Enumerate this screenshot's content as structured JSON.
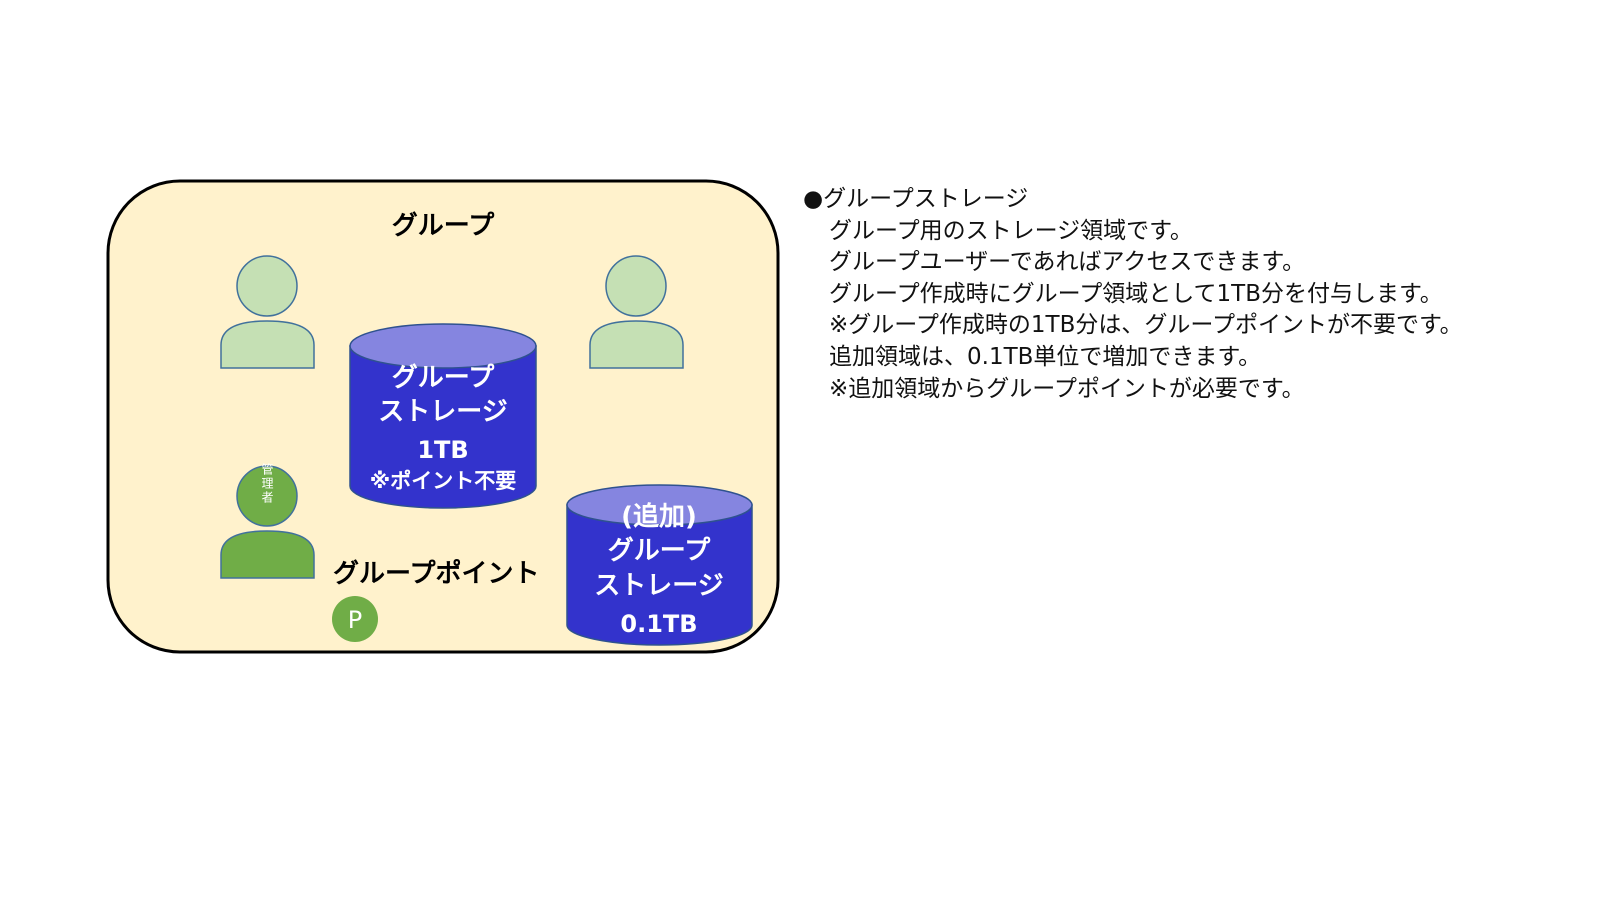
{
  "diagram": {
    "group_title": "グループ",
    "admin_label": "管理者",
    "storage_main": {
      "line1": "グループ",
      "line2": "ストレージ",
      "line3": "1TB",
      "line4": "※ポイント不要"
    },
    "storage_additional": {
      "line1": "(追加)",
      "line2": "グループ",
      "line3": "ストレージ",
      "line4": "0.1TB"
    },
    "group_point_label": "グループポイント",
    "point_badge": "P",
    "colors": {
      "group_fill": "#fff2cc",
      "storage_body": "#3333cc",
      "storage_top": "#8585e0",
      "user": "#c5e0b4",
      "admin": "#70ad47"
    }
  },
  "description": {
    "heading": "●グループストレージ",
    "lines": [
      "グループ用のストレージ領域です。",
      "グループユーザーであればアクセスできます。",
      "グループ作成時にグループ領域として1TB分を付与します。",
      "※グループ作成時の1TB分は、グループポイントが不要です。",
      "追加領域は、0.1TB単位で増加できます。",
      "※追加領域からグループポイントが必要です。"
    ]
  }
}
